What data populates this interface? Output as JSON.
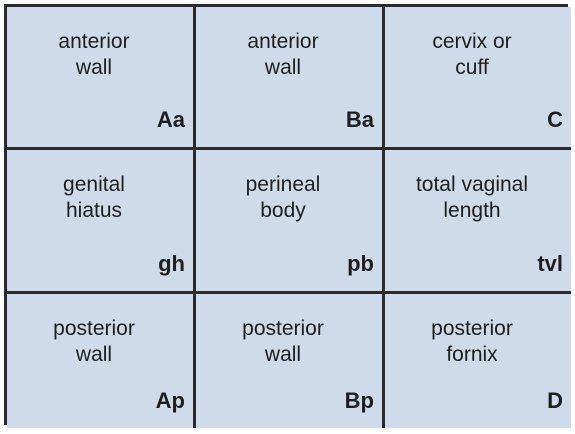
{
  "cells": [
    {
      "label": "anterior\nwall",
      "code": "Aa"
    },
    {
      "label": "anterior\nwall",
      "code": "Ba"
    },
    {
      "label": "cervix or\ncuff",
      "code": "C"
    },
    {
      "label": "genital\nhiatus",
      "code": "gh"
    },
    {
      "label": "perineal\nbody",
      "code": "pb"
    },
    {
      "label": "total vaginal\nlength",
      "code": "tvl"
    },
    {
      "label": "posterior\nwall",
      "code": "Ap"
    },
    {
      "label": "posterior\nwall",
      "code": "Bp"
    },
    {
      "label": "posterior\nfornix",
      "code": "D"
    }
  ],
  "colors": {
    "cell_fill": "#cfdbe9",
    "border": "#2b2b2b",
    "text": "#1e1e1e"
  }
}
